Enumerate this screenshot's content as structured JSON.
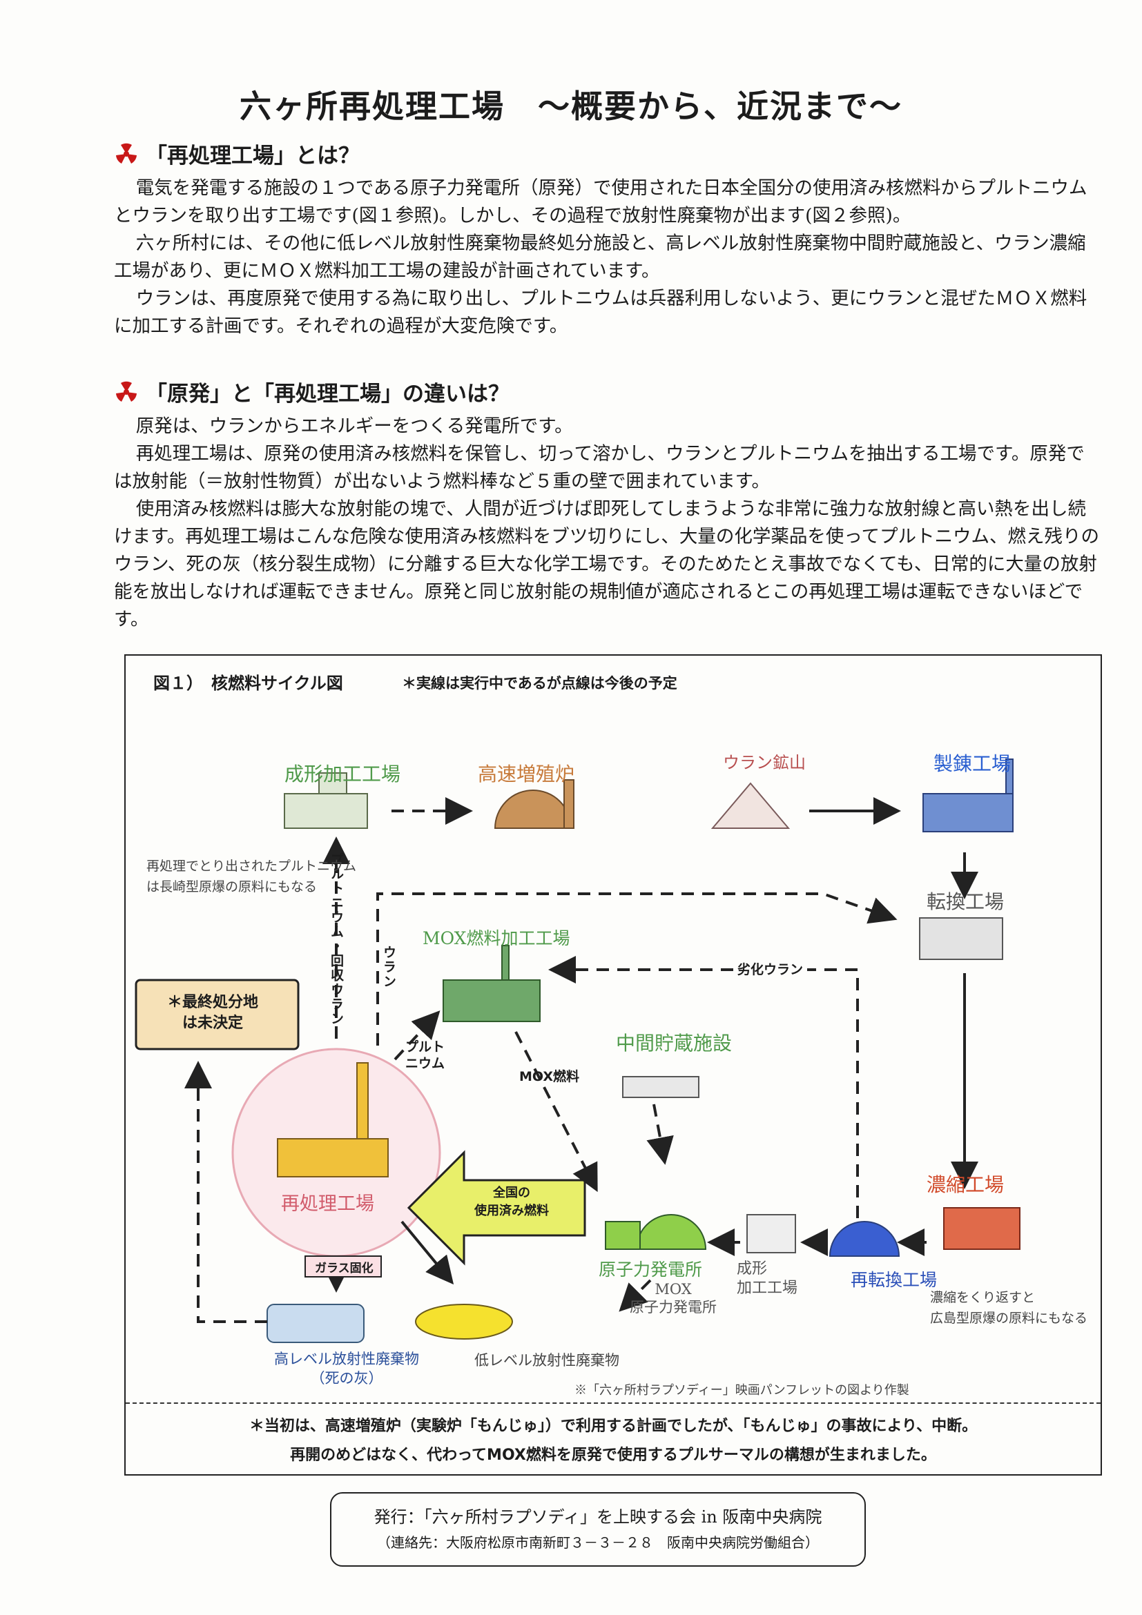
{
  "header": {
    "title": "六ヶ所再処理工場　～概要から、近況まで～"
  },
  "section1": {
    "heading": "「再処理工場」とは？",
    "paragraphs": [
      "電気を発電する施設の１つである原子力発電所（原発）で使用された日本全国分の使用済み核燃料からプルトニウムとウランを取り出す工場です(図１参照)。しかし、その過程で放射性廃棄物が出ます(図２参照)。",
      "六ヶ所村には、その他に低レベル放射性廃棄物最終処分施設と、高レベル放射性廃棄物中間貯蔵施設と、ウラン濃縮工場があり、更にＭＯＸ燃料加工工場の建設が計画されています。",
      "ウランは、再度原発で使用する為に取り出し、プルトニウムは兵器利用しないよう、更にウランと混ぜたＭＯＸ燃料に加工する計画です。それぞれの過程が大変危険です。"
    ]
  },
  "section2": {
    "heading": "「原発」と「再処理工場」の違いは？",
    "paragraphs": [
      "原発は、ウランからエネルギーをつくる発電所です。",
      "再処理工場は、原発の使用済み核燃料を保管し、切って溶かし、ウランとプルトニウムを抽出する工場です。原発では放射能（＝放射性物質）が出ないよう燃料棒など５重の壁で囲まれています。",
      "使用済み核燃料は膨大な放射能の塊で、人間が近づけば即死してしまうような非常に強力な放射線と高い熱を出し続けます。再処理工場はこんな危険な使用済み核燃料をブツ切りにし、大量の化学薬品を使ってプルトニウム、燃え残りのウラン、死の灰（核分裂生成物）に分離する巨大な化学工場です。そのためたとえ事故でなくても、日常的に大量の放射能を放出しなければ運転できません。原発と同じ放射能の規制値が適応されるとこの再処理工場は運転できないほどです。"
    ]
  },
  "figure": {
    "label": "図１）　核燃料サイクル図",
    "note": "＊実線は実行中であるが点線は今後の予定",
    "facilities": {
      "seikei1": "成形加工工場",
      "kousoku": "高速増殖炉",
      "mine": "ウラン鉱山",
      "seiren": "製錬工場",
      "henkan": "転換工場",
      "mox": "MOX燃料加工工場",
      "chukan": "中間貯蔵施設",
      "noushuku": "濃縮工場",
      "saitenkan": "再転換工場",
      "seikei2": "成形\n加工工場",
      "genpatsu": "原子力発電所",
      "moxgenpatsu": "MOX\n原子力発電所",
      "saishori": "再処理工場",
      "high_waste": "高レベル放射性廃棄物\n（死の灰）",
      "low_waste": "低レベル放射性廃棄物"
    },
    "labels": {
      "pu_u": "プルトニウム・回収ウラン",
      "uran": "ウラン",
      "pu": "プルト\nニウム",
      "mox_fuel": "MOX燃料",
      "depleted": "劣化ウラン",
      "glass": "ガラス固化",
      "spent": "全国の\n使用済み燃料",
      "scroll": "＊最終処分地\nは未決定"
    },
    "notes": {
      "left": "再処理でとり出されたプルトニウム\nは長崎型原爆の原料にもなる",
      "right": "濃縮をくり返すと\n広島型原爆の原料にもなる",
      "source": "※「六ヶ所村ラプソディー」映画パンフレットの図より作製"
    },
    "bottom": [
      "＊当初は、高速増殖炉（実験炉「もんじゅ」）で利用する計画でしたが、「もんじゅ」の事故により、中断。",
      "再開のめどはなく、代わってMOX燃料を原発で使用するプルサーマルの構想が生まれました。"
    ]
  },
  "publisher": {
    "line1": "発行：「六ヶ所村ラプソディ」を上映する会 in 阪南中央病院",
    "line2": "（連絡先：大阪府松原市南新町３－３－２８　阪南中央病院労働組合）"
  }
}
